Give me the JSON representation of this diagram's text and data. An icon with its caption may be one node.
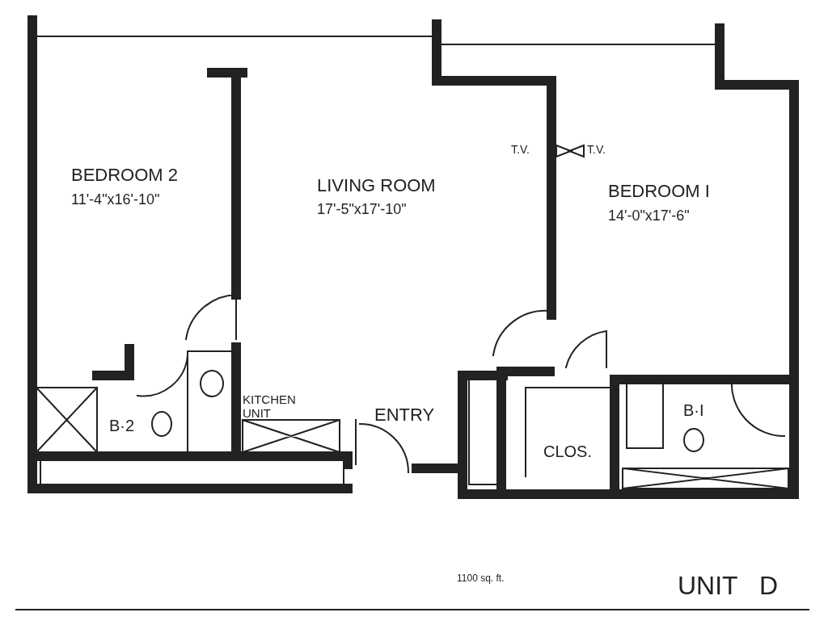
{
  "diagram": {
    "title": "UNIT D",
    "labels": [
      "BEDROOM 2",
      "11'-4\"x16'-10\"",
      "LIVING ROOM",
      "17'-5\"x17'-10\"",
      "T.V.",
      "T.V.",
      "BEDROOM I",
      "14'-0\"x17'-6\"",
      "KITCHEN UNIT",
      "ENTRY",
      "B·2",
      "B·I",
      "CLOS.",
      "1100 sq. ft."
    ]
  }
}
